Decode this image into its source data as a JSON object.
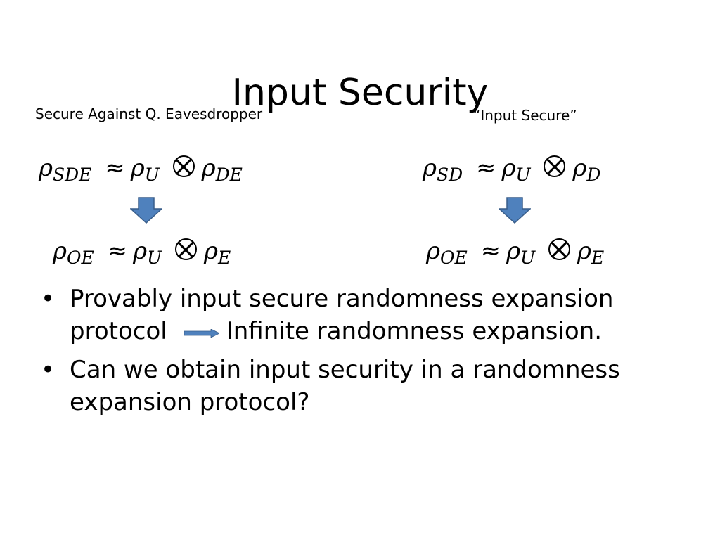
{
  "slide": {
    "title": "Input Security",
    "left_caption": "Secure Against Q. Eavesdropper",
    "right_caption": "“Input Secure”"
  },
  "equations": {
    "left_top": {
      "lhs": "ρ",
      "lhs_sub": "SDE",
      "approx": "≈",
      "a": "ρ",
      "a_sub": "U",
      "b": "ρ",
      "b_sub": "DE"
    },
    "left_bottom": {
      "lhs": "ρ",
      "lhs_sub": "OE",
      "approx": "≈",
      "a": "ρ",
      "a_sub": "U",
      "b": "ρ",
      "b_sub": "E"
    },
    "right_top": {
      "lhs": "ρ",
      "lhs_sub": "SD",
      "approx": "≈",
      "a": "ρ",
      "a_sub": "U",
      "b": "ρ",
      "b_sub": "D"
    },
    "right_bottom": {
      "lhs": "ρ",
      "lhs_sub": "OE",
      "approx": "≈",
      "a": "ρ",
      "a_sub": "U",
      "b": "ρ",
      "b_sub": "E"
    }
  },
  "bullets": [
    {
      "marker": "•",
      "line1": "Provably input secure randomness expansion",
      "line2_a": "protocol",
      "line2_b": "Infinite randomness expansion."
    },
    {
      "marker": "•",
      "line1": "Can we obtain input security in a randomness",
      "line2": "expansion protocol?"
    }
  ],
  "colors": {
    "arrow_fill": "#4f81bd",
    "arrow_stroke": "#385d8a",
    "text": "#000000",
    "background": "#ffffff"
  },
  "icons": {
    "implication_arrow": "down-arrow-icon",
    "leads_to_arrow": "right-arrow-icon",
    "tensor_product": "otimes-icon"
  }
}
